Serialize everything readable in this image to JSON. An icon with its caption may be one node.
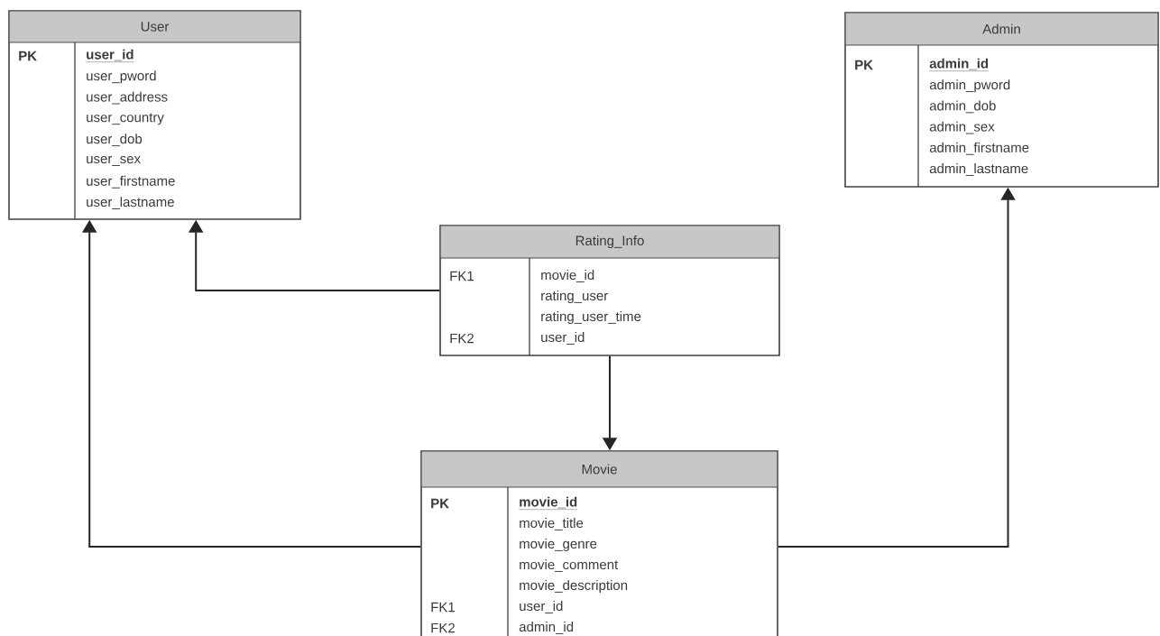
{
  "diagram": {
    "nodes": [
      {
        "text": [
          "User",
          "PK",
          "user_id",
          "user_pword",
          "user_address",
          "user_country",
          "user_dob",
          "user_sex",
          "user_firstname",
          "user_lastname"
        ]
      },
      {
        "text": [
          "Admin",
          "PK",
          "admin_id",
          "admin_pword",
          "admin_dob",
          "admin_sex",
          "admin_firstname",
          "admin_lastname"
        ]
      },
      {
        "text": [
          "Rating_Info",
          "FK1",
          "FK2",
          "movie_id",
          "rating_user",
          "rating_user_time",
          "user_id"
        ]
      },
      {
        "text": [
          "Movie",
          "PK",
          "FK1",
          "FK2",
          "movie_id",
          "movie_title",
          "movie_genre",
          "movie_comment",
          "movie_description",
          "user_id",
          "admin_id"
        ]
      }
    ],
    "edges": [
      {
        "from": 3,
        "to": 0,
        "arrow": "to"
      },
      {
        "from": 2,
        "to": 0,
        "arrow": "to"
      },
      {
        "from": 2,
        "to": 3,
        "arrow": "to"
      },
      {
        "from": 3,
        "to": 1,
        "arrow": "to"
      }
    ]
  }
}
